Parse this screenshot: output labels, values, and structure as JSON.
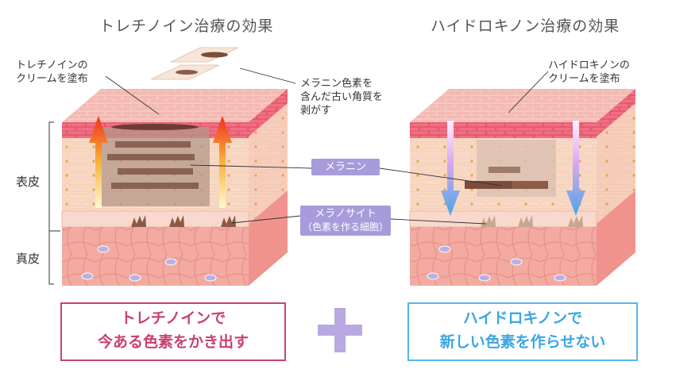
{
  "left": {
    "title": "トレチノイン治療の効果",
    "cream_note": [
      "トレチノインの",
      "クリームを塗布"
    ],
    "peel_note": [
      "メラニン色素を",
      "含んだ古い角質を",
      "剥がす"
    ],
    "result": [
      "トレチノインで",
      "今ある色素をかき出す"
    ]
  },
  "right": {
    "title": "ハイドロキノン治療の効果",
    "cream_note": [
      "ハイドロキノンの",
      "クリームを塗布"
    ],
    "result": [
      "ハイドロキノンで",
      "新しい色素を作らせない"
    ]
  },
  "labels": {
    "epidermis": "表皮",
    "dermis": "真皮",
    "melanin": "メラニン",
    "melanocyte": "メラノサイト",
    "melanocyte_sub": "（色素を作る細胞）"
  },
  "plus_color": "#b8a9e0",
  "colors": {
    "skin_top": "#f3c2bd",
    "brick": "#f6d7c2",
    "dermis": "#f0a49b",
    "melanin": "#7a5040",
    "arrow_up": "#f4401f",
    "arrow_down": "#6ab8ea",
    "tag": "#a79bdc"
  }
}
